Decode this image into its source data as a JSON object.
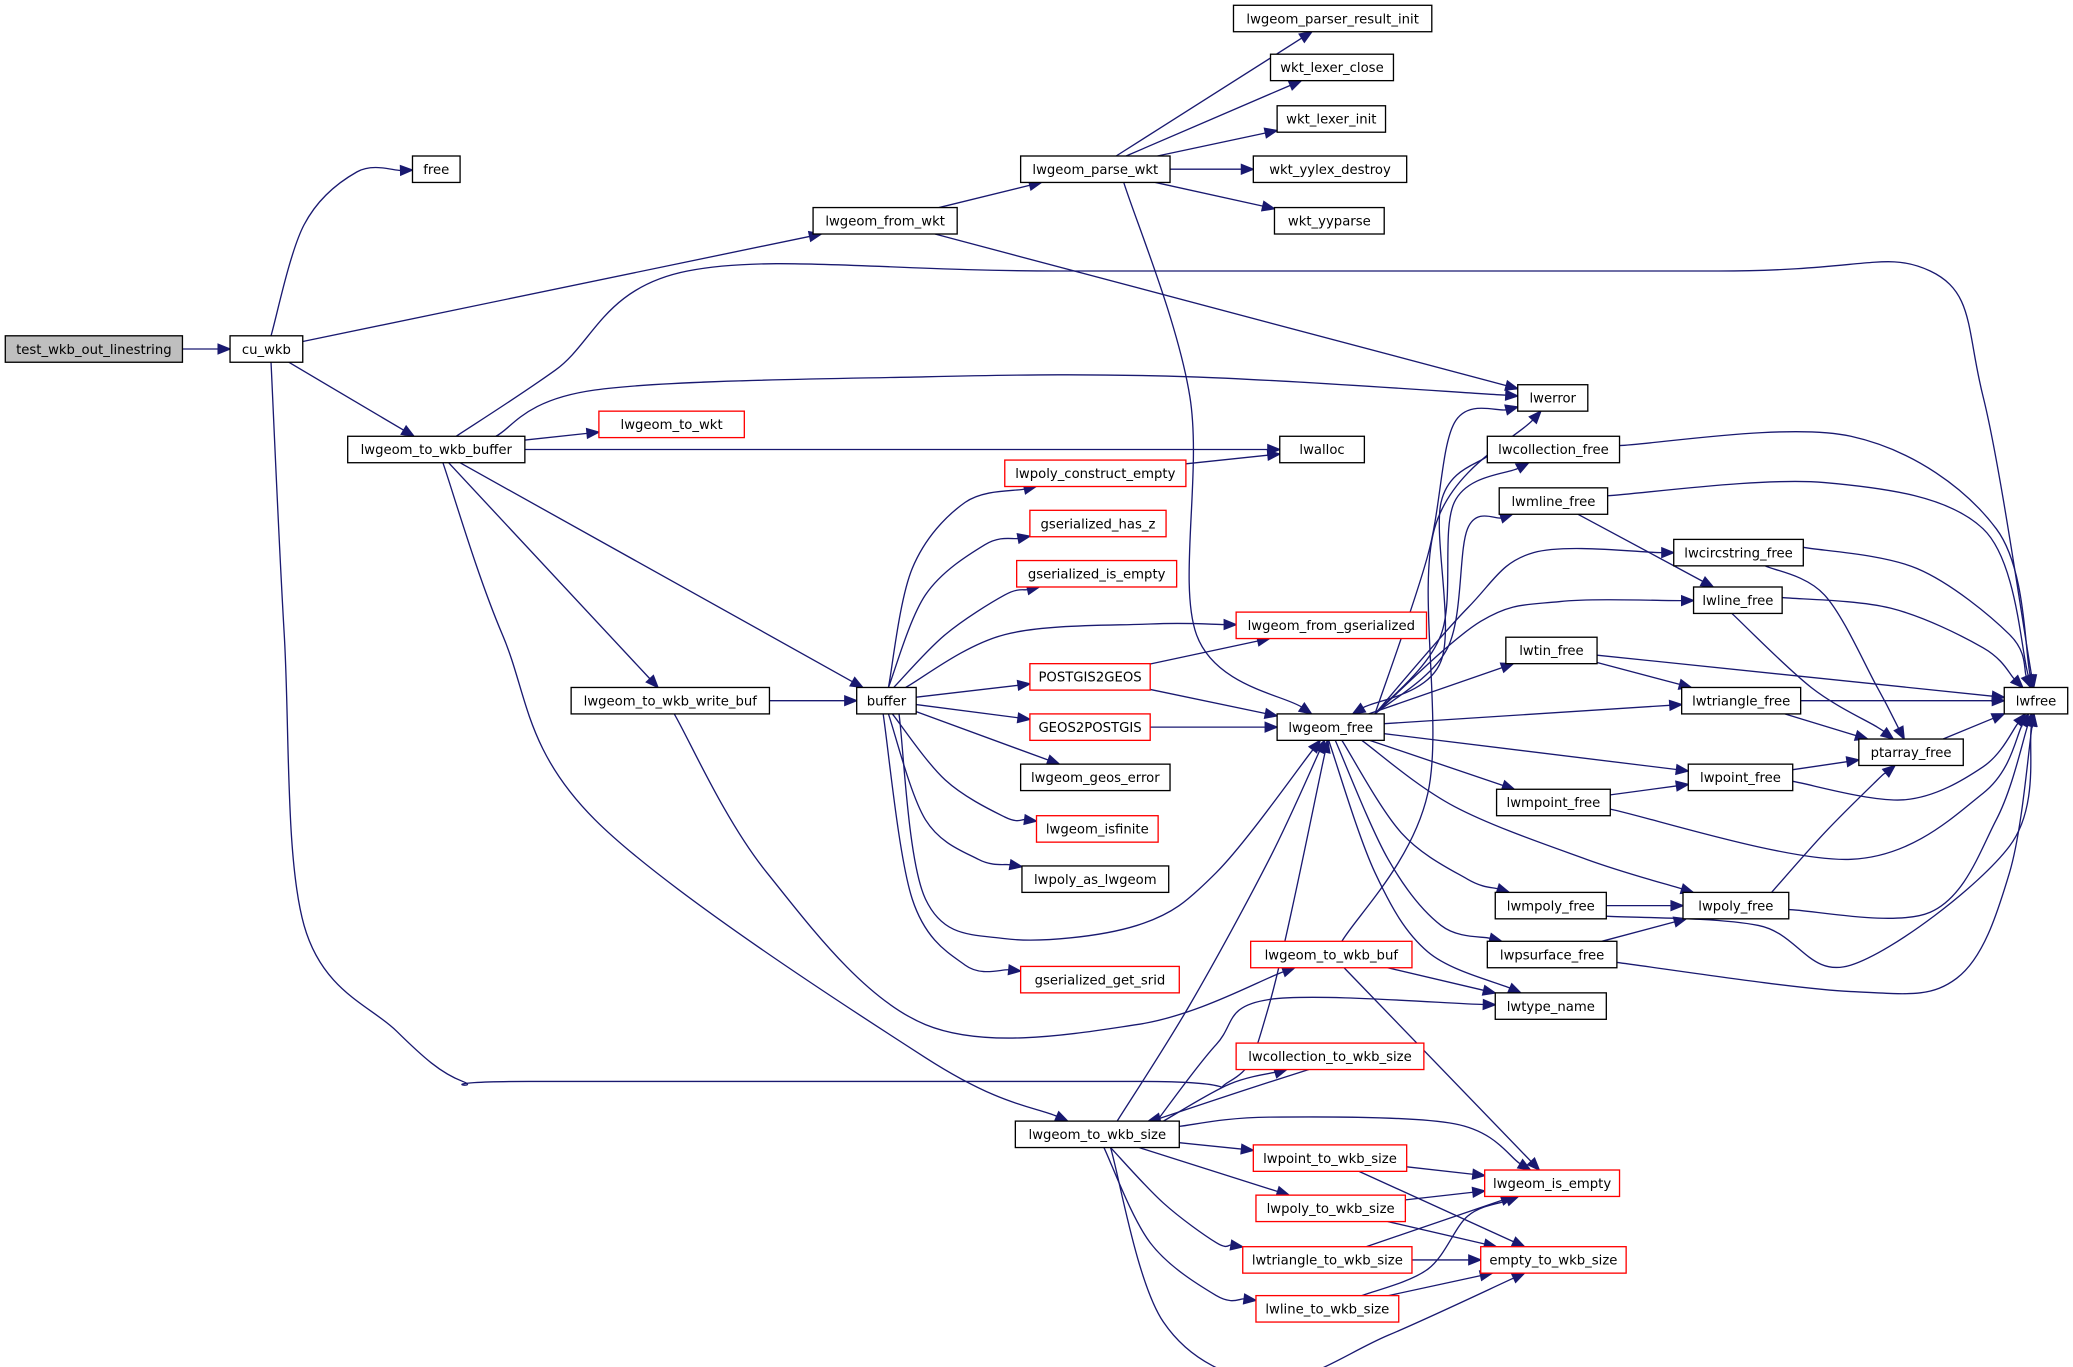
{
  "graph": {
    "kind": "call-graph",
    "root": "test_wkb_out_linestring",
    "colors": {
      "edge": "#191970",
      "node_border": "#000000",
      "truncated_border": "#ff0000",
      "root_fill": "#bfbfbf",
      "node_fill": "#ffffff"
    },
    "nodes": [
      {
        "id": "test_wkb_out_linestring",
        "label": "test_wkb_out_linestring",
        "style": "root"
      },
      {
        "id": "cu_wkb",
        "label": "cu_wkb",
        "style": "normal"
      },
      {
        "id": "free",
        "label": "free",
        "style": "normal"
      },
      {
        "id": "lwgeom_from_wkt",
        "label": "lwgeom_from_wkt",
        "style": "normal"
      },
      {
        "id": "lwgeom_parse_wkt",
        "label": "lwgeom_parse_wkt",
        "style": "normal"
      },
      {
        "id": "lwgeom_parser_result_init",
        "label": "lwgeom_parser_result_init",
        "style": "normal"
      },
      {
        "id": "wkt_lexer_close",
        "label": "wkt_lexer_close",
        "style": "normal"
      },
      {
        "id": "wkt_lexer_init",
        "label": "wkt_lexer_init",
        "style": "normal"
      },
      {
        "id": "wkt_yylex_destroy",
        "label": "wkt_yylex_destroy",
        "style": "normal"
      },
      {
        "id": "wkt_yyparse",
        "label": "wkt_yyparse",
        "style": "normal"
      },
      {
        "id": "lwgeom_to_wkb_buffer",
        "label": "lwgeom_to_wkb_buffer",
        "style": "normal"
      },
      {
        "id": "lwgeom_to_wkt",
        "label": "lwgeom_to_wkt",
        "style": "truncated"
      },
      {
        "id": "lwerror",
        "label": "lwerror",
        "style": "normal"
      },
      {
        "id": "lwalloc",
        "label": "lwalloc",
        "style": "normal"
      },
      {
        "id": "lwfree",
        "label": "lwfree",
        "style": "normal"
      },
      {
        "id": "lwgeom_to_wkb_write_buf",
        "label": "lwgeom_to_wkb_write_buf",
        "style": "normal"
      },
      {
        "id": "buffer",
        "label": "buffer",
        "style": "normal"
      },
      {
        "id": "lwpoly_construct_empty",
        "label": "lwpoly_construct_empty",
        "style": "truncated"
      },
      {
        "id": "gserialized_has_z",
        "label": "gserialized_has_z",
        "style": "truncated"
      },
      {
        "id": "gserialized_is_empty",
        "label": "gserialized_is_empty",
        "style": "truncated"
      },
      {
        "id": "lwgeom_from_gserialized",
        "label": "lwgeom_from_gserialized",
        "style": "truncated"
      },
      {
        "id": "POSTGIS2GEOS",
        "label": "POSTGIS2GEOS",
        "style": "truncated"
      },
      {
        "id": "GEOS2POSTGIS",
        "label": "GEOS2POSTGIS",
        "style": "truncated"
      },
      {
        "id": "lwgeom_geos_error",
        "label": "lwgeom_geos_error",
        "style": "normal"
      },
      {
        "id": "lwgeom_isfinite",
        "label": "lwgeom_isfinite",
        "style": "truncated"
      },
      {
        "id": "lwpoly_as_lwgeom",
        "label": "lwpoly_as_lwgeom",
        "style": "normal"
      },
      {
        "id": "gserialized_get_srid",
        "label": "gserialized_get_srid",
        "style": "truncated"
      },
      {
        "id": "lwgeom_free",
        "label": "lwgeom_free",
        "style": "normal"
      },
      {
        "id": "lwcollection_free",
        "label": "lwcollection_free",
        "style": "normal"
      },
      {
        "id": "lwmline_free",
        "label": "lwmline_free",
        "style": "normal"
      },
      {
        "id": "lwcircstring_free",
        "label": "lwcircstring_free",
        "style": "normal"
      },
      {
        "id": "lwline_free",
        "label": "lwline_free",
        "style": "normal"
      },
      {
        "id": "lwtin_free",
        "label": "lwtin_free",
        "style": "normal"
      },
      {
        "id": "lwtriangle_free",
        "label": "lwtriangle_free",
        "style": "normal"
      },
      {
        "id": "ptarray_free",
        "label": "ptarray_free",
        "style": "normal"
      },
      {
        "id": "lwpoint_free",
        "label": "lwpoint_free",
        "style": "normal"
      },
      {
        "id": "lwmpoint_free",
        "label": "lwmpoint_free",
        "style": "normal"
      },
      {
        "id": "lwmpoly_free",
        "label": "lwmpoly_free",
        "style": "normal"
      },
      {
        "id": "lwpoly_free",
        "label": "lwpoly_free",
        "style": "normal"
      },
      {
        "id": "lwpsurface_free",
        "label": "lwpsurface_free",
        "style": "normal"
      },
      {
        "id": "lwtype_name",
        "label": "lwtype_name",
        "style": "normal"
      },
      {
        "id": "lwgeom_to_wkb_buf",
        "label": "lwgeom_to_wkb_buf",
        "style": "truncated"
      },
      {
        "id": "lwcollection_to_wkb_size",
        "label": "lwcollection_to_wkb_size",
        "style": "truncated"
      },
      {
        "id": "lwgeom_to_wkb_size",
        "label": "lwgeom_to_wkb_size",
        "style": "normal"
      },
      {
        "id": "lwpoint_to_wkb_size",
        "label": "lwpoint_to_wkb_size",
        "style": "truncated"
      },
      {
        "id": "lwgeom_is_empty",
        "label": "lwgeom_is_empty",
        "style": "truncated"
      },
      {
        "id": "lwpoly_to_wkb_size",
        "label": "lwpoly_to_wkb_size",
        "style": "truncated"
      },
      {
        "id": "lwtriangle_to_wkb_size",
        "label": "lwtriangle_to_wkb_size",
        "style": "truncated"
      },
      {
        "id": "empty_to_wkb_size",
        "label": "empty_to_wkb_size",
        "style": "truncated"
      },
      {
        "id": "lwline_to_wkb_size",
        "label": "lwline_to_wkb_size",
        "style": "truncated"
      }
    ],
    "edges": [
      [
        "test_wkb_out_linestring",
        "cu_wkb"
      ],
      [
        "cu_wkb",
        "free"
      ],
      [
        "cu_wkb",
        "lwgeom_from_wkt"
      ],
      [
        "cu_wkb",
        "lwgeom_to_wkb_buffer"
      ],
      [
        "cu_wkb",
        "lwgeom_free"
      ],
      [
        "lwgeom_from_wkt",
        "lwgeom_parse_wkt"
      ],
      [
        "lwgeom_from_wkt",
        "lwerror"
      ],
      [
        "lwgeom_parse_wkt",
        "lwgeom_parser_result_init"
      ],
      [
        "lwgeom_parse_wkt",
        "wkt_lexer_close"
      ],
      [
        "lwgeom_parse_wkt",
        "wkt_lexer_init"
      ],
      [
        "lwgeom_parse_wkt",
        "wkt_yylex_destroy"
      ],
      [
        "lwgeom_parse_wkt",
        "wkt_yyparse"
      ],
      [
        "lwgeom_parse_wkt",
        "lwgeom_free"
      ],
      [
        "lwgeom_to_wkb_buffer",
        "lwfree"
      ],
      [
        "lwgeom_to_wkb_buffer",
        "lwerror"
      ],
      [
        "lwgeom_to_wkb_buffer",
        "lwgeom_to_wkt"
      ],
      [
        "lwgeom_to_wkb_buffer",
        "lwalloc"
      ],
      [
        "lwgeom_to_wkb_buffer",
        "buffer"
      ],
      [
        "lwgeom_to_wkb_buffer",
        "lwgeom_to_wkb_write_buf"
      ],
      [
        "lwgeom_to_wkb_buffer",
        "lwgeom_to_wkb_size"
      ],
      [
        "lwgeom_to_wkb_write_buf",
        "buffer"
      ],
      [
        "lwgeom_to_wkb_write_buf",
        "lwgeom_to_wkb_buf"
      ],
      [
        "buffer",
        "lwpoly_construct_empty"
      ],
      [
        "buffer",
        "gserialized_has_z"
      ],
      [
        "buffer",
        "gserialized_is_empty"
      ],
      [
        "buffer",
        "lwgeom_from_gserialized"
      ],
      [
        "buffer",
        "POSTGIS2GEOS"
      ],
      [
        "buffer",
        "GEOS2POSTGIS"
      ],
      [
        "buffer",
        "lwgeom_geos_error"
      ],
      [
        "buffer",
        "lwgeom_isfinite"
      ],
      [
        "buffer",
        "lwpoly_as_lwgeom"
      ],
      [
        "buffer",
        "gserialized_get_srid"
      ],
      [
        "buffer",
        "lwgeom_free"
      ],
      [
        "lwpoly_construct_empty",
        "lwalloc"
      ],
      [
        "POSTGIS2GEOS",
        "lwgeom_from_gserialized"
      ],
      [
        "POSTGIS2GEOS",
        "lwgeom_free"
      ],
      [
        "GEOS2POSTGIS",
        "lwgeom_free"
      ],
      [
        "lwgeom_free",
        "lwerror"
      ],
      [
        "lwgeom_free",
        "lwcollection_free"
      ],
      [
        "lwgeom_free",
        "lwmline_free"
      ],
      [
        "lwgeom_free",
        "lwcircstring_free"
      ],
      [
        "lwgeom_free",
        "lwline_free"
      ],
      [
        "lwgeom_free",
        "lwtin_free"
      ],
      [
        "lwgeom_free",
        "lwtriangle_free"
      ],
      [
        "lwgeom_free",
        "lwpoint_free"
      ],
      [
        "lwgeom_free",
        "lwmpoint_free"
      ],
      [
        "lwgeom_free",
        "lwpoly_free"
      ],
      [
        "lwgeom_free",
        "lwmpoly_free"
      ],
      [
        "lwgeom_free",
        "lwpsurface_free"
      ],
      [
        "lwgeom_free",
        "lwtype_name"
      ],
      [
        "lwcollection_free",
        "lwgeom_free"
      ],
      [
        "lwcollection_free",
        "lwfree"
      ],
      [
        "lwmline_free",
        "lwline_free"
      ],
      [
        "lwmline_free",
        "lwfree"
      ],
      [
        "lwcircstring_free",
        "ptarray_free"
      ],
      [
        "lwcircstring_free",
        "lwfree"
      ],
      [
        "lwline_free",
        "ptarray_free"
      ],
      [
        "lwline_free",
        "lwfree"
      ],
      [
        "lwtin_free",
        "lwtriangle_free"
      ],
      [
        "lwtin_free",
        "lwfree"
      ],
      [
        "lwtriangle_free",
        "ptarray_free"
      ],
      [
        "lwtriangle_free",
        "lwfree"
      ],
      [
        "ptarray_free",
        "lwfree"
      ],
      [
        "lwpoint_free",
        "ptarray_free"
      ],
      [
        "lwpoint_free",
        "lwfree"
      ],
      [
        "lwmpoint_free",
        "lwpoint_free"
      ],
      [
        "lwmpoint_free",
        "lwfree"
      ],
      [
        "lwpoly_free",
        "ptarray_free"
      ],
      [
        "lwpoly_free",
        "lwfree"
      ],
      [
        "lwmpoly_free",
        "lwpoly_free"
      ],
      [
        "lwmpoly_free",
        "lwfree"
      ],
      [
        "lwpsurface_free",
        "lwpoly_free"
      ],
      [
        "lwpsurface_free",
        "lwfree"
      ],
      [
        "lwgeom_to_wkb_buf",
        "lwerror"
      ],
      [
        "lwgeom_to_wkb_buf",
        "lwtype_name"
      ],
      [
        "lwgeom_to_wkb_buf",
        "lwgeom_is_empty"
      ],
      [
        "lwgeom_to_wkb_size",
        "lwtype_name"
      ],
      [
        "lwgeom_to_wkb_size",
        "lwgeom_free"
      ],
      [
        "lwgeom_to_wkb_size",
        "lwcollection_to_wkb_size"
      ],
      [
        "lwcollection_to_wkb_size",
        "lwgeom_to_wkb_size"
      ],
      [
        "lwgeom_to_wkb_size",
        "lwgeom_is_empty"
      ],
      [
        "lwgeom_to_wkb_size",
        "lwpoint_to_wkb_size"
      ],
      [
        "lwgeom_to_wkb_size",
        "lwpoly_to_wkb_size"
      ],
      [
        "lwgeom_to_wkb_size",
        "lwtriangle_to_wkb_size"
      ],
      [
        "lwgeom_to_wkb_size",
        "lwline_to_wkb_size"
      ],
      [
        "lwgeom_to_wkb_size",
        "empty_to_wkb_size"
      ],
      [
        "lwpoint_to_wkb_size",
        "lwgeom_is_empty"
      ],
      [
        "lwpoint_to_wkb_size",
        "empty_to_wkb_size"
      ],
      [
        "lwpoly_to_wkb_size",
        "lwgeom_is_empty"
      ],
      [
        "lwpoly_to_wkb_size",
        "empty_to_wkb_size"
      ],
      [
        "lwtriangle_to_wkb_size",
        "lwgeom_is_empty"
      ],
      [
        "lwtriangle_to_wkb_size",
        "empty_to_wkb_size"
      ],
      [
        "lwline_to_wkb_size",
        "lwgeom_is_empty"
      ],
      [
        "lwline_to_wkb_size",
        "empty_to_wkb_size"
      ]
    ]
  }
}
